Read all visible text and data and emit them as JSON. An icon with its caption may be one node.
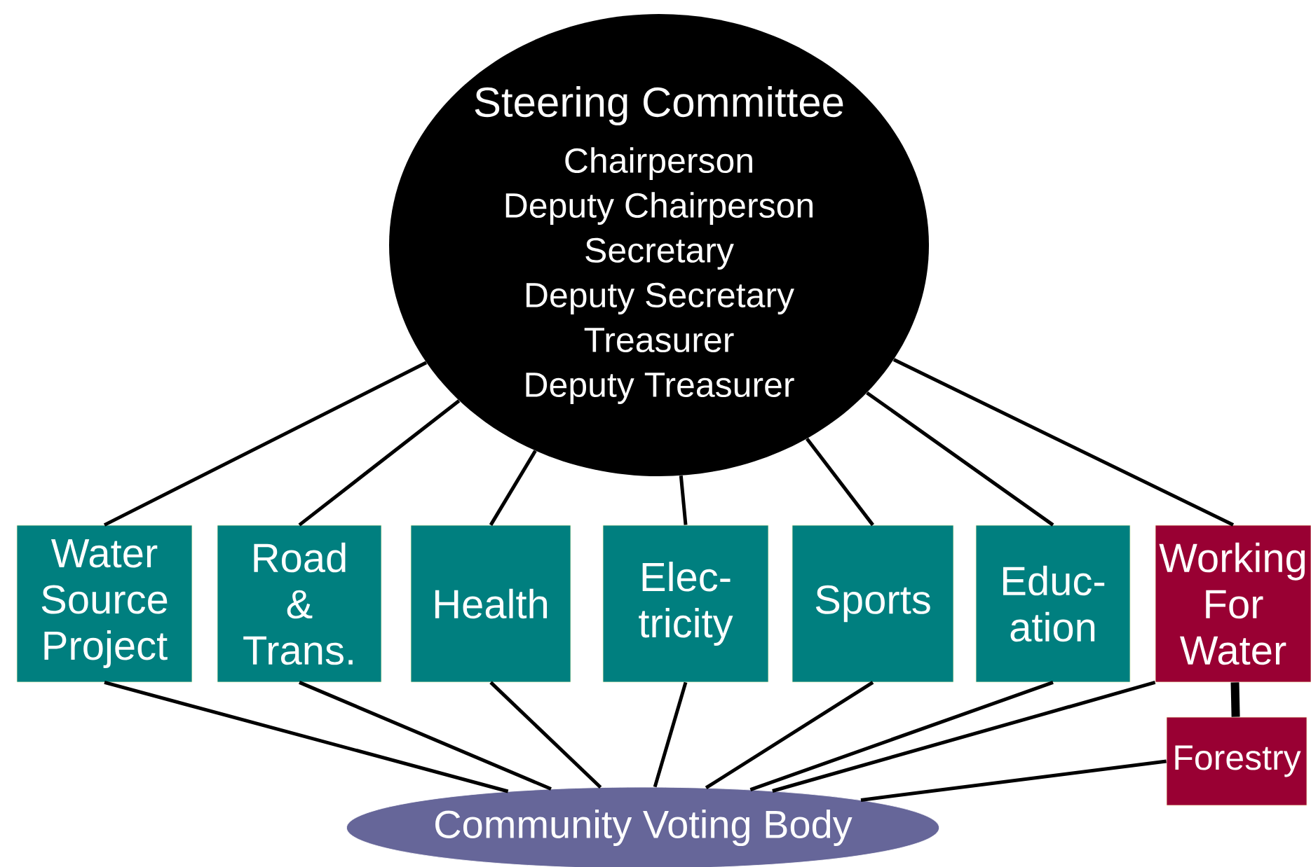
{
  "diagram": {
    "nodes": [
      {
        "text": [
          "Steering Committee",
          "Chairperson",
          "Deputy Chairperson",
          "Secretary",
          "Deputy Secretary",
          "Treasurer",
          "Deputy Treasurer"
        ]
      },
      {
        "text": [
          "Water Source Project"
        ]
      },
      {
        "text": [
          "Road & Trans."
        ]
      },
      {
        "text": [
          "Health"
        ]
      },
      {
        "text": [
          "Elec- tricity"
        ]
      },
      {
        "text": [
          "Sports"
        ]
      },
      {
        "text": [
          "Educ- ation"
        ]
      },
      {
        "text": [
          "Working For Water"
        ]
      },
      {
        "text": [
          "Forestry"
        ]
      },
      {
        "text": [
          "Community Voting Body"
        ]
      }
    ],
    "edges": [
      {
        "from": 0,
        "to": 1,
        "arrow": "none"
      },
      {
        "from": 0,
        "to": 2,
        "arrow": "none"
      },
      {
        "from": 0,
        "to": 3,
        "arrow": "none"
      },
      {
        "from": 0,
        "to": 4,
        "arrow": "none"
      },
      {
        "from": 0,
        "to": 5,
        "arrow": "none"
      },
      {
        "from": 0,
        "to": 6,
        "arrow": "none"
      },
      {
        "from": 0,
        "to": 7,
        "arrow": "none"
      },
      {
        "from": 7,
        "to": 8,
        "arrow": "none",
        "style": "thick"
      },
      {
        "from": 1,
        "to": 9,
        "arrow": "none"
      },
      {
        "from": 2,
        "to": 9,
        "arrow": "none"
      },
      {
        "from": 3,
        "to": 9,
        "arrow": "none"
      },
      {
        "from": 4,
        "to": 9,
        "arrow": "none"
      },
      {
        "from": 5,
        "to": 9,
        "arrow": "none"
      },
      {
        "from": 6,
        "to": 9,
        "arrow": "none"
      },
      {
        "from": 7,
        "to": 9,
        "arrow": "none"
      },
      {
        "from": 8,
        "to": 9,
        "arrow": "none"
      }
    ]
  }
}
